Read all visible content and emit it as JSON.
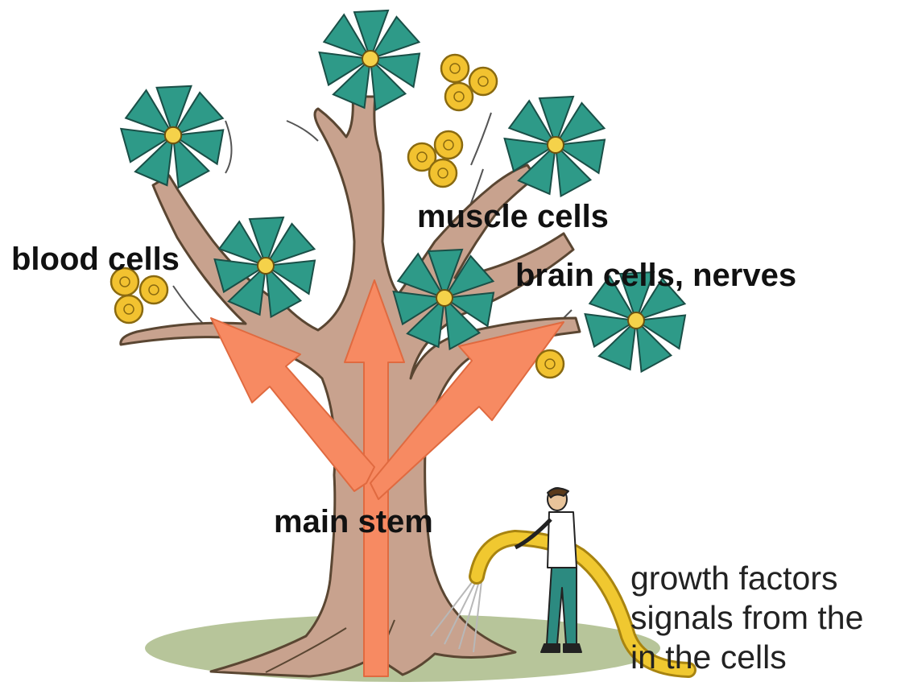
{
  "labels": {
    "muscle": "muscle cells",
    "blood": "blood cells",
    "brain": "brain cells, nerves",
    "main_stem": "main stem",
    "growth": [
      "growth factors",
      "signals from the",
      "in the cells"
    ]
  },
  "colors": {
    "trunk": "#c8a28e",
    "trunk_outline": "#5a4632",
    "arrow": "#f78a62",
    "flower": "#2e9a88",
    "flower_center": "#f5d24a",
    "cell": "#f2c230",
    "cell_outline": "#8a6a10",
    "ground": "#b7c59a",
    "hose": "#f0c830",
    "pants": "#2c8a80"
  },
  "icons": [
    "flower-icon",
    "cell-cluster-icon",
    "gardener-icon",
    "hose-icon"
  ]
}
